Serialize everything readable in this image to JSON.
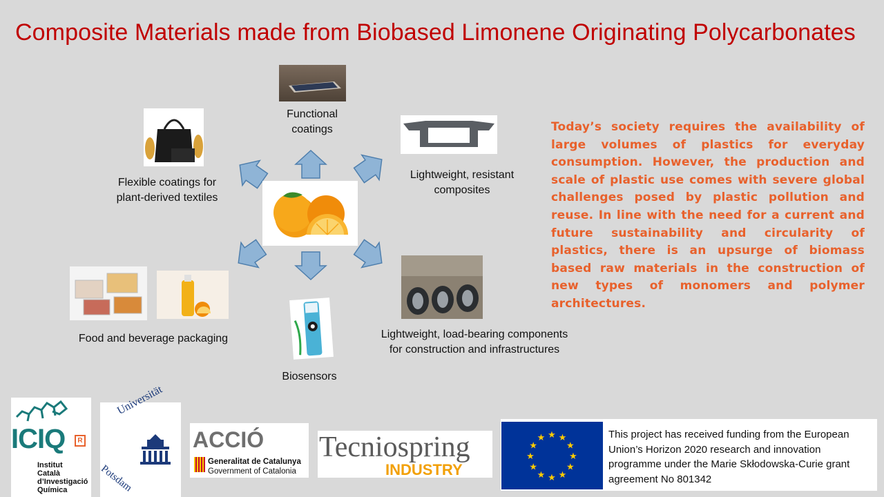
{
  "title": "Composite Materials made from Biobased Limonene Originating Polycarbonates",
  "center_image": "orange-fruit",
  "applications": {
    "functional_coatings": "Functional\ncoatings",
    "lightweight_composites": "Lightweight, resistant\ncomposites",
    "flexible_coatings": "Flexible coatings for\nplant-derived textiles",
    "food_packaging": "Food and beverage packaging",
    "biosensors": "Biosensors",
    "load_bearing": "Lightweight, load-bearing components\nfor construction and infrastructures"
  },
  "description": "Today’s society requires the availability of large volumes of plastics for everyday consumption. However, the production and scale of plastic use comes with severe global challenges posed by plastic pollution and reuse. In line with the need for a current and future sustainability and circularity of plastics, there is an upsurge of biomass based raw materials in the construction of new types of monomers and polymer architectures.",
  "logos": {
    "iciq": {
      "main": "ICIQ",
      "mark": "R",
      "line1": "Institut",
      "line2": "Català",
      "line3": "d’Investigació",
      "line4": "Química"
    },
    "potsdam": {
      "top": "Universität",
      "bottom": "Potsdam"
    },
    "accio": {
      "name": "ACCIÓ",
      "line1": "Generalitat de Catalunya",
      "line2": "Government of Catalonia"
    },
    "tecniospring": {
      "name": "Tecniospring",
      "sub": "INDUSTRY"
    },
    "eu_funding": "This project has received funding from the European Union’s Horizon 2020 research and innovation programme under the Marie Skłodowska-Curie grant agreement No 801342"
  },
  "colors": {
    "title": "#c00000",
    "body_text": "#e8612c",
    "arrow_fill": "#8fb4d6",
    "arrow_stroke": "#4f7fad",
    "eu_blue": "#003399",
    "eu_star": "#ffcc00"
  }
}
